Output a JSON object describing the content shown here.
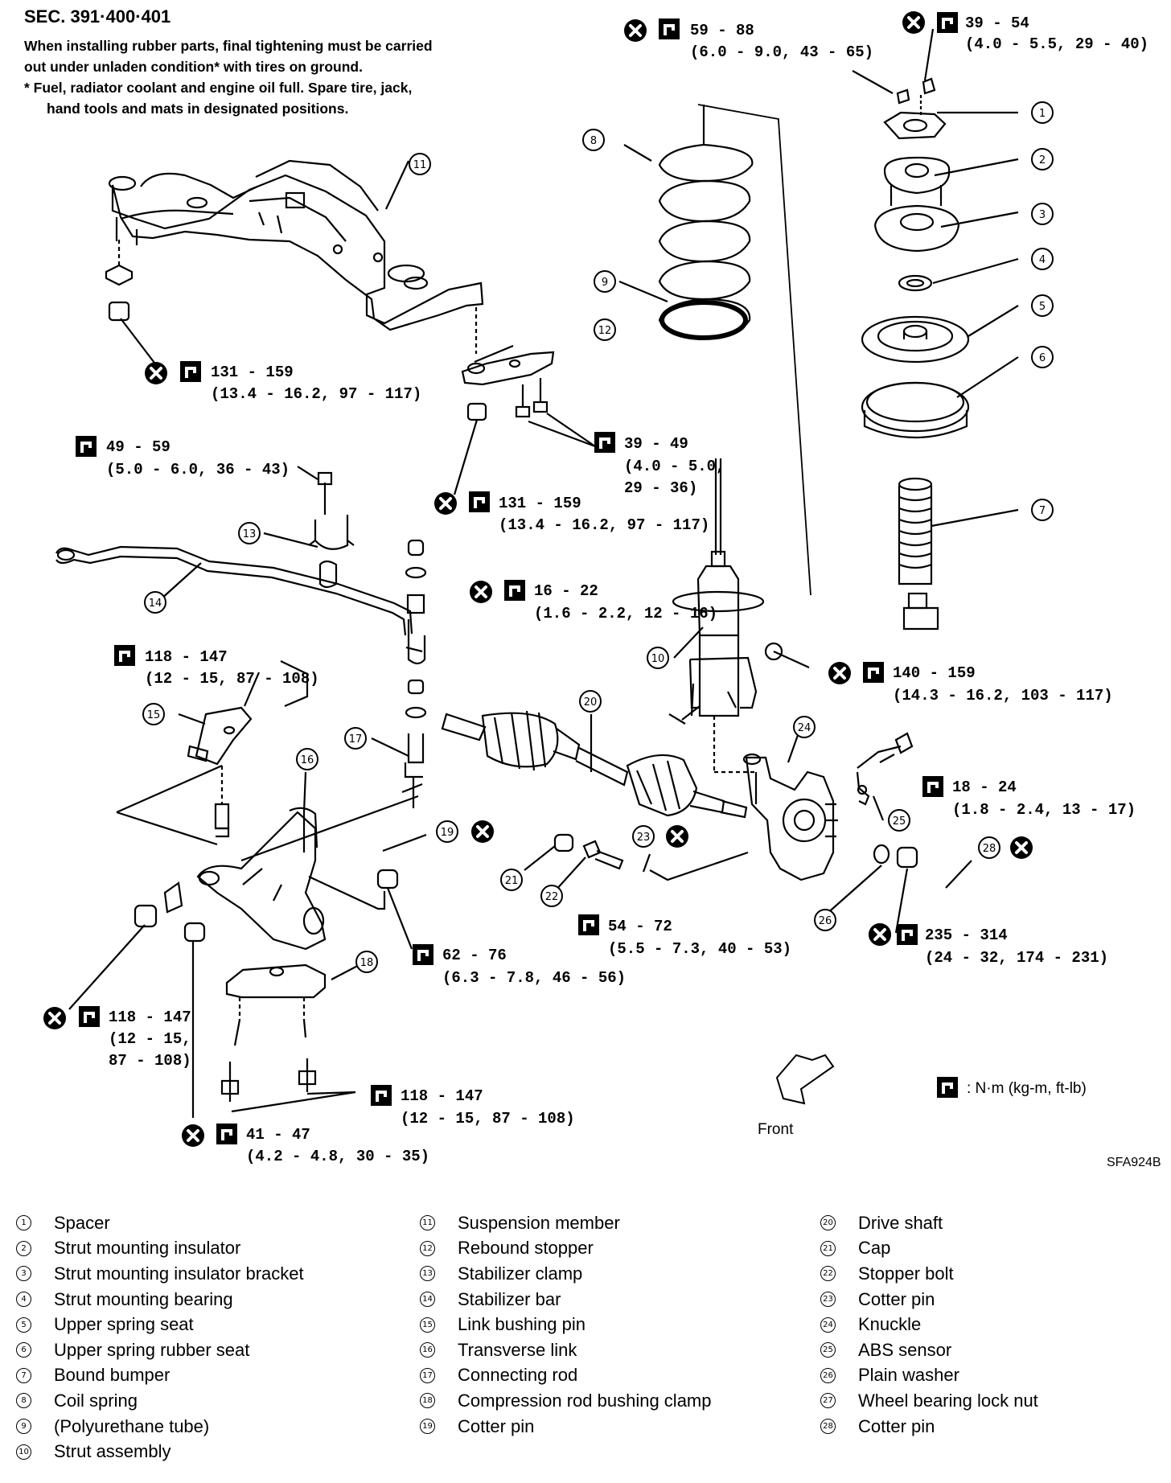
{
  "header": {
    "section": "SEC. 391·400·401",
    "note_line1": "When installing rubber parts, final tightening must be carried out under unladen condition* with tires on ground.",
    "note_footnote": "* Fuel, radiator coolant and engine oil full. Spare tire, jack, hand tools and mats in designated positions."
  },
  "torque_specs": [
    {
      "id": "t59",
      "value": "59 - 88",
      "detail": "(6.0 - 9.0, 43 - 65)"
    },
    {
      "id": "t39a",
      "value": "39 - 54",
      "detail": "(4.0 - 5.5, 29 - 40)"
    },
    {
      "id": "t131a",
      "value": "131 - 159",
      "detail": "(13.4 - 16.2, 97 - 117)"
    },
    {
      "id": "t49",
      "value": "49 - 59",
      "detail": "(5.0 - 6.0, 36 - 43)"
    },
    {
      "id": "t39b",
      "value": "39 - 49",
      "detail1": "(4.0 - 5.0,",
      "detail2": "29 - 36)"
    },
    {
      "id": "t131b",
      "value": "131 - 159",
      "detail": "(13.4 - 16.2, 97 - 117)"
    },
    {
      "id": "t16",
      "value": "16 - 22",
      "detail": "(1.6 - 2.2, 12 - 16)"
    },
    {
      "id": "t118a",
      "value": "118 - 147",
      "detail": "(12 - 15, 87 - 108)"
    },
    {
      "id": "t140",
      "value": "140 - 159",
      "detail": "(14.3 - 16.2, 103 - 117)"
    },
    {
      "id": "t18",
      "value": "18 - 24",
      "detail": "(1.8 - 2.4, 13 - 17)"
    },
    {
      "id": "t54",
      "value": "54 - 72",
      "detail": "(5.5 - 7.3, 40 - 53)"
    },
    {
      "id": "t62",
      "value": "62 - 76",
      "detail": "(6.3 - 7.8, 46 - 56)"
    },
    {
      "id": "t235",
      "value": "235 - 314",
      "detail": "(24 - 32, 174 - 231)"
    },
    {
      "id": "t118b",
      "value": "118 - 147",
      "detail1": "(12 - 15,",
      "detail2": "87 - 108)"
    },
    {
      "id": "t118c",
      "value": "118 - 147",
      "detail": "(12 - 15, 87 - 108)"
    },
    {
      "id": "t41",
      "value": "41 - 47",
      "detail": "(4.2 - 4.8, 30 - 35)"
    }
  ],
  "units_legend": ": N·m (kg-m, ft-lb)",
  "front_label": "Front",
  "figure_code": "SFA924B",
  "callouts": [
    "①",
    "②",
    "③",
    "④",
    "⑤",
    "⑥",
    "⑦",
    "⑧",
    "⑨",
    "⑩",
    "⑪",
    "⑫",
    "⑬",
    "⑭",
    "⑮",
    "⑯",
    "⑰",
    "⑱",
    "⑲",
    "⑳",
    "㉑",
    "㉒",
    "㉓",
    "㉔",
    "㉕",
    "㉖",
    "㉗",
    "㉘"
  ],
  "parts": [
    {
      "num": "1",
      "name": "Spacer"
    },
    {
      "num": "2",
      "name": "Strut mounting insulator"
    },
    {
      "num": "3",
      "name": "Strut mounting insulator bracket"
    },
    {
      "num": "4",
      "name": "Strut mounting bearing"
    },
    {
      "num": "5",
      "name": "Upper spring seat"
    },
    {
      "num": "6",
      "name": "Upper spring rubber seat"
    },
    {
      "num": "7",
      "name": "Bound bumper"
    },
    {
      "num": "8",
      "name": "Coil spring"
    },
    {
      "num": "9",
      "name": "(Polyurethane tube)"
    },
    {
      "num": "10",
      "name": "Strut assembly"
    },
    {
      "num": "11",
      "name": "Suspension member"
    },
    {
      "num": "12",
      "name": "Rebound stopper"
    },
    {
      "num": "13",
      "name": "Stabilizer clamp"
    },
    {
      "num": "14",
      "name": "Stabilizer bar"
    },
    {
      "num": "15",
      "name": "Link bushing pin"
    },
    {
      "num": "16",
      "name": "Transverse link"
    },
    {
      "num": "17",
      "name": "Connecting rod"
    },
    {
      "num": "18",
      "name": "Compression rod bushing clamp"
    },
    {
      "num": "19",
      "name": "Cotter pin"
    },
    {
      "num": "20",
      "name": "Drive shaft"
    },
    {
      "num": "21",
      "name": "Cap"
    },
    {
      "num": "22",
      "name": "Stopper bolt"
    },
    {
      "num": "23",
      "name": "Cotter pin"
    },
    {
      "num": "24",
      "name": "Knuckle"
    },
    {
      "num": "25",
      "name": "ABS sensor"
    },
    {
      "num": "26",
      "name": "Plain washer"
    },
    {
      "num": "27",
      "name": "Wheel bearing lock nut"
    },
    {
      "num": "28",
      "name": "Cotter pin"
    }
  ]
}
